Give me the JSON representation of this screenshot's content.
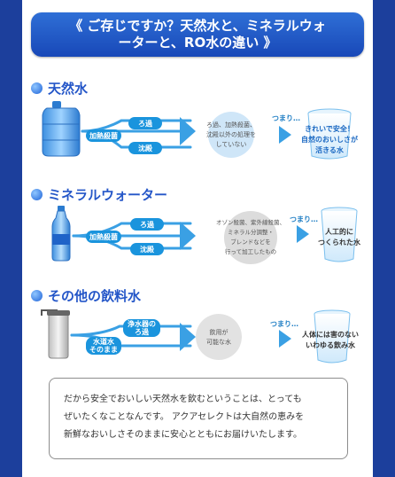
{
  "banner": {
    "line1": "《 ご存じですか？天然水と、ミネラルウォ",
    "line2": "ーターと、RO水の違い 》"
  },
  "sections": [
    {
      "title": "天然水",
      "tags": [
        "ろ過",
        "加熱殺菌",
        "沈殿"
      ],
      "process": [
        "ろ過、加熱殺菌、",
        "沈殿以外の処理を",
        "していない"
      ],
      "result_label": "つまり…",
      "result": [
        "きれいで安全！",
        "自然のおいしさが",
        "活きる水"
      ]
    },
    {
      "title": "ミネラルウォーター",
      "tags": [
        "ろ過",
        "加熱殺菌",
        "沈殿"
      ],
      "process": [
        "オゾン殺菌、紫外線殺菌、",
        "ミネラル分調整・",
        "ブレンドなどを",
        "行って加工したもの"
      ],
      "result_label": "つまり…",
      "result": [
        "人工的に",
        "つくられた水"
      ]
    },
    {
      "title": "その他の飲料水",
      "tags": [
        "浄水器の",
        "ろ過",
        "水道水",
        "そのまま"
      ],
      "process": [
        "飲用が",
        "可能な水"
      ],
      "result_label": "つまり…",
      "result": [
        "人体には害のない",
        "いわゆる飲み水"
      ]
    }
  ],
  "note": [
    "だから安全でおいしい天然水を飲むということは、とっても",
    "ぜいたくなことなんです。 アクアセレクトは大自然の恵みを",
    "新鮮なおいしさそのままに安心とともにお届けいたします。"
  ],
  "colors": {
    "background": "#1c3f9c",
    "accent": "#1a94dd",
    "title": "#2456c8",
    "result_blue": "#1a68c2"
  }
}
